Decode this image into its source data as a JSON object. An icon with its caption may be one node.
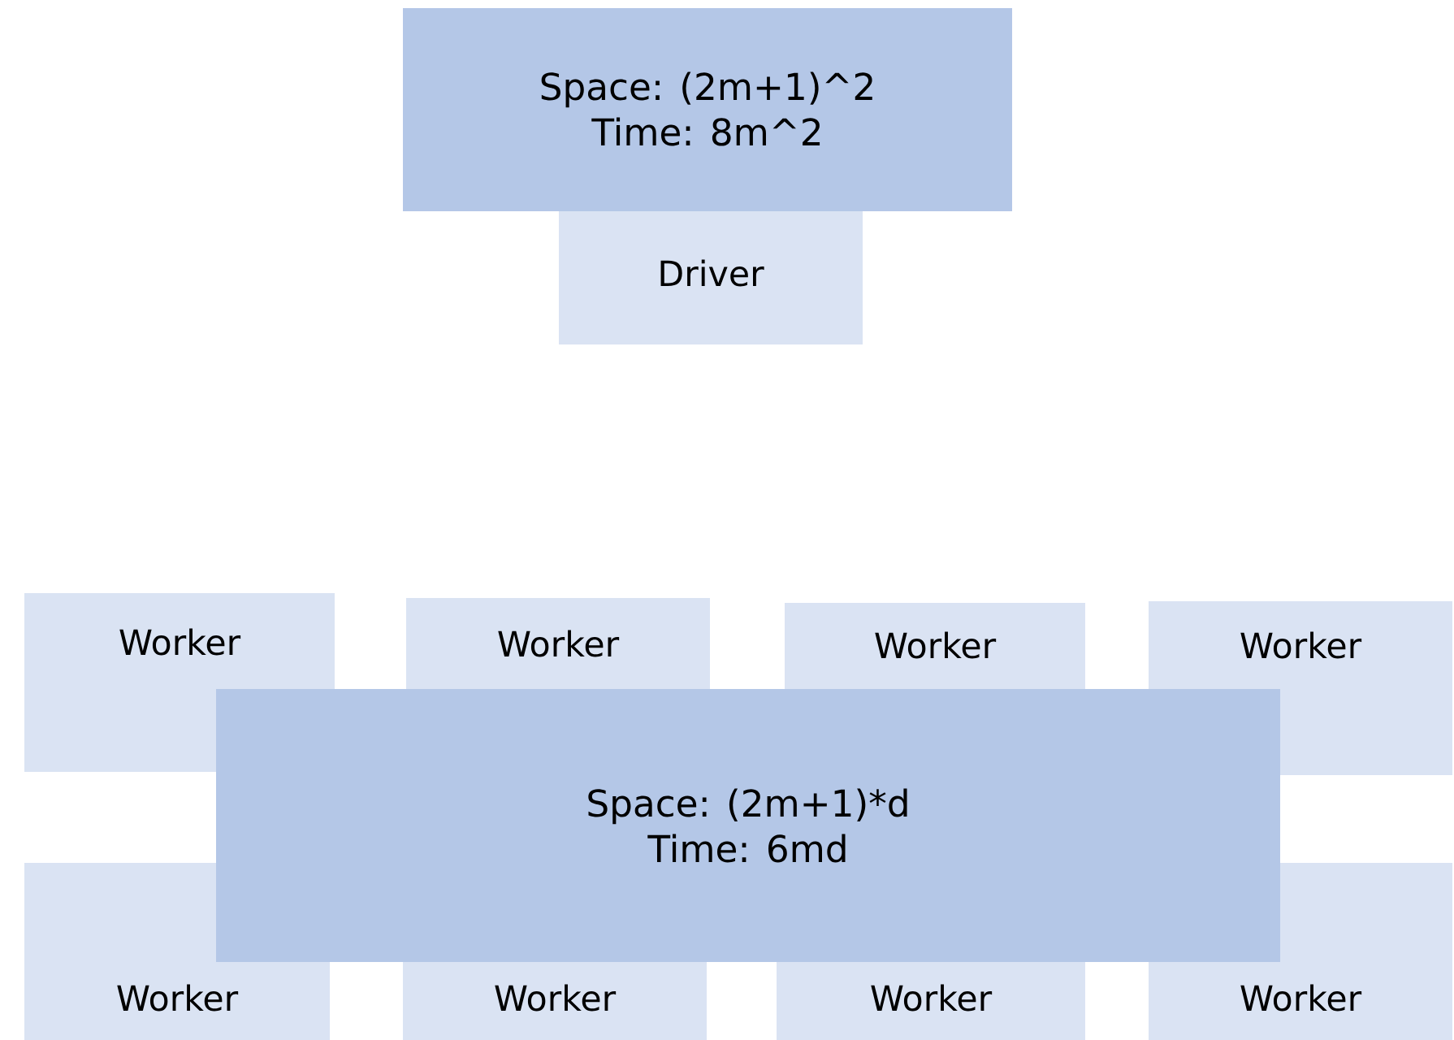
{
  "diagram": {
    "nodes": [
      {
        "text": [
          "Space: (2m+1)^2",
          "Time: 8m^2"
        ]
      },
      {
        "text": [
          "Driver"
        ]
      },
      {
        "text": [
          "Worker"
        ]
      },
      {
        "text": [
          "Worker"
        ]
      },
      {
        "text": [
          "Worker"
        ]
      },
      {
        "text": [
          "Worker"
        ]
      },
      {
        "text": [
          "Space: (2m+1)*d",
          "Time: 6md"
        ]
      },
      {
        "text": [
          "Worker"
        ]
      },
      {
        "text": [
          "Worker"
        ]
      },
      {
        "text": [
          "Worker"
        ]
      },
      {
        "text": [
          "Worker"
        ]
      }
    ]
  }
}
